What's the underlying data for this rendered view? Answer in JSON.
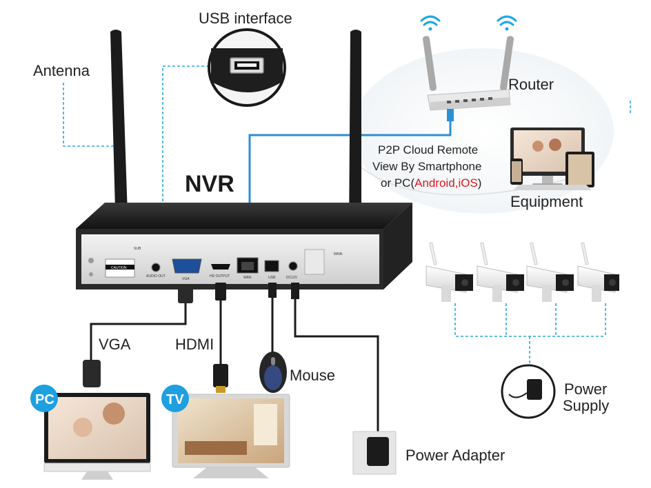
{
  "labels": {
    "antenna": "Antenna",
    "usb_interface": "USB interface",
    "nvr": "NVR",
    "router": "Router",
    "p2p_line1": "P2P Cloud Remote",
    "p2p_line2": "View By Smartphone",
    "p2p_line3_prefix": "or PC(",
    "p2p_line3_highlight": "Android,iOS",
    "p2p_line3_suffix": ")",
    "equipment": "Equipment",
    "vga": "VGA",
    "hdmi": "HDMI",
    "mouse": "Mouse",
    "power_supply_line1": "Power",
    "power_supply_line2": "Supply",
    "power_adapter": "Power Adapter",
    "pc_badge": "PC",
    "tv_badge": "TV"
  },
  "panel_ports": {
    "sub": "SUB",
    "audio_out": "AUDIO OUT",
    "vga": "VGA",
    "hd_output": "HD OUTPUT",
    "wan": "WAN",
    "usb": "USB",
    "dc12v": "DC12V",
    "main": "MAIN",
    "caution": "CAUTION"
  },
  "colors": {
    "dashed_line": "#2aa6d6",
    "ethernet_cable": "#2b8fd6",
    "badge": "#1e9fe0",
    "highlight_text": "#e0141e",
    "wifi": "#1ea7e8"
  }
}
